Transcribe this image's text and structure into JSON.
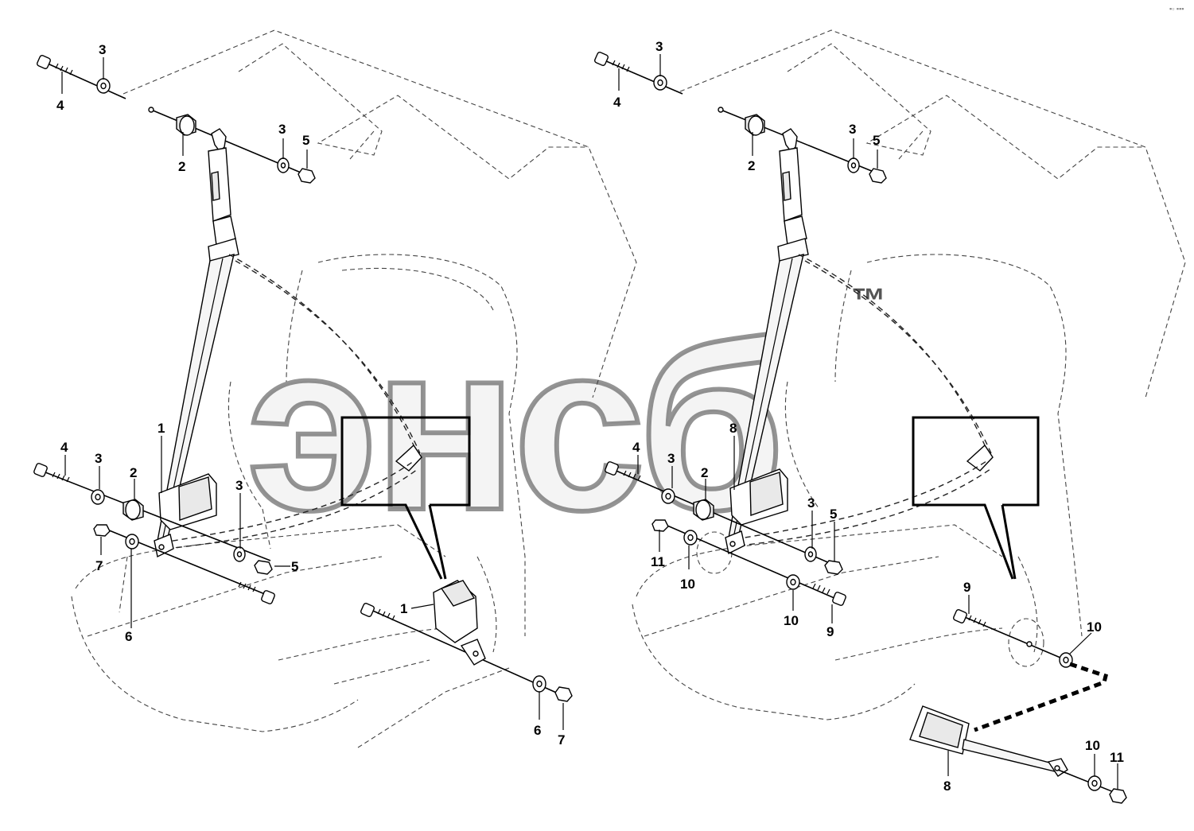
{
  "watermark": {
    "text": "энсб",
    "mark": "™"
  },
  "corner_mark": "▪▫ ▪▪▪",
  "left_assembly": {
    "labels": [
      "3",
      "4",
      "2",
      "3",
      "5",
      "1",
      "4",
      "3",
      "2",
      "3",
      "5",
      "7",
      "6",
      "1",
      "6",
      "7"
    ]
  },
  "right_assembly": {
    "labels": [
      "3",
      "4",
      "2",
      "3",
      "5",
      "8",
      "4",
      "3",
      "2",
      "3",
      "5",
      "11",
      "10",
      "10",
      "9",
      "9",
      "10",
      "8",
      "10",
      "11"
    ]
  },
  "colors": {
    "line": "#000000",
    "background": "#ffffff",
    "watermark": "#888888"
  }
}
